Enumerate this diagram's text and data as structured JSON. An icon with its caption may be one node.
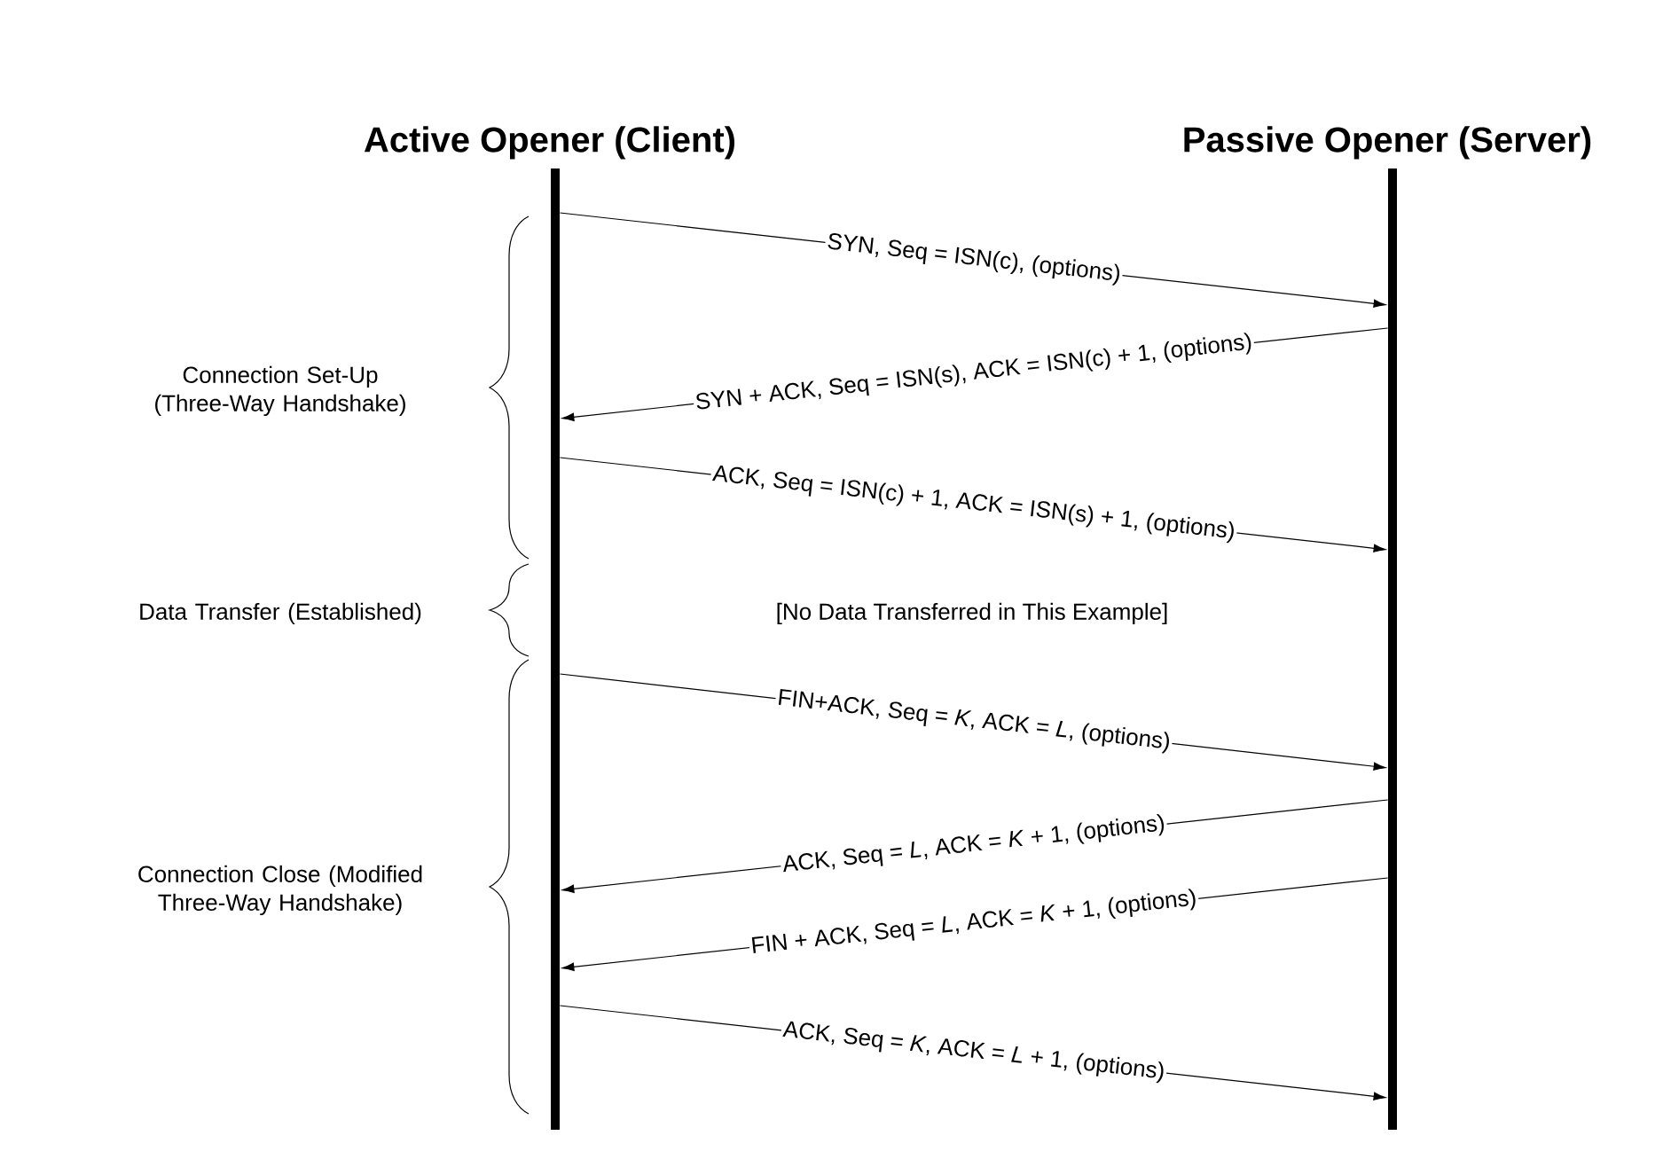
{
  "diagram": {
    "nodes": [
      {
        "text": [
          "Active Opener (Client)"
        ]
      },
      {
        "text": [
          "Passive Opener (Server)"
        ]
      }
    ],
    "edges": [
      {
        "from": 0,
        "to": 1,
        "arrow": "to",
        "label": "SYN, Seq = ISN(c), (options)"
      },
      {
        "from": 1,
        "to": 0,
        "arrow": "to",
        "label": "SYN + ACK, Seq = ISN(s), ACK = ISN(c) + 1, (options)"
      },
      {
        "from": 0,
        "to": 1,
        "arrow": "to",
        "label": "ACK, Seq = ISN(c) + 1, ACK = ISN(s) + 1, (options)"
      },
      {
        "from": 0,
        "to": 1,
        "arrow": "to",
        "label": "FIN+ACK, Seq = *K*, ACK = *L*, (options)"
      },
      {
        "from": 1,
        "to": 0,
        "arrow": "to",
        "label": "ACK, Seq = *L*, ACK = *K* + 1, (options)"
      },
      {
        "from": 1,
        "to": 0,
        "arrow": "to",
        "label": "FIN + ACK, Seq = *L*, ACK = *K* + 1, (options)"
      },
      {
        "from": 0,
        "to": 1,
        "arrow": "to",
        "label": "ACK, Seq = *K*, ACK = *L* + 1, (options)"
      }
    ],
    "labels": [
      "Connection Set-Up (Three-Way Handshake)",
      "Data Transfer (Established)",
      "Connection Close (Modified Three-Way Handshake)",
      "[No Data Transferred in This Example]"
    ]
  }
}
